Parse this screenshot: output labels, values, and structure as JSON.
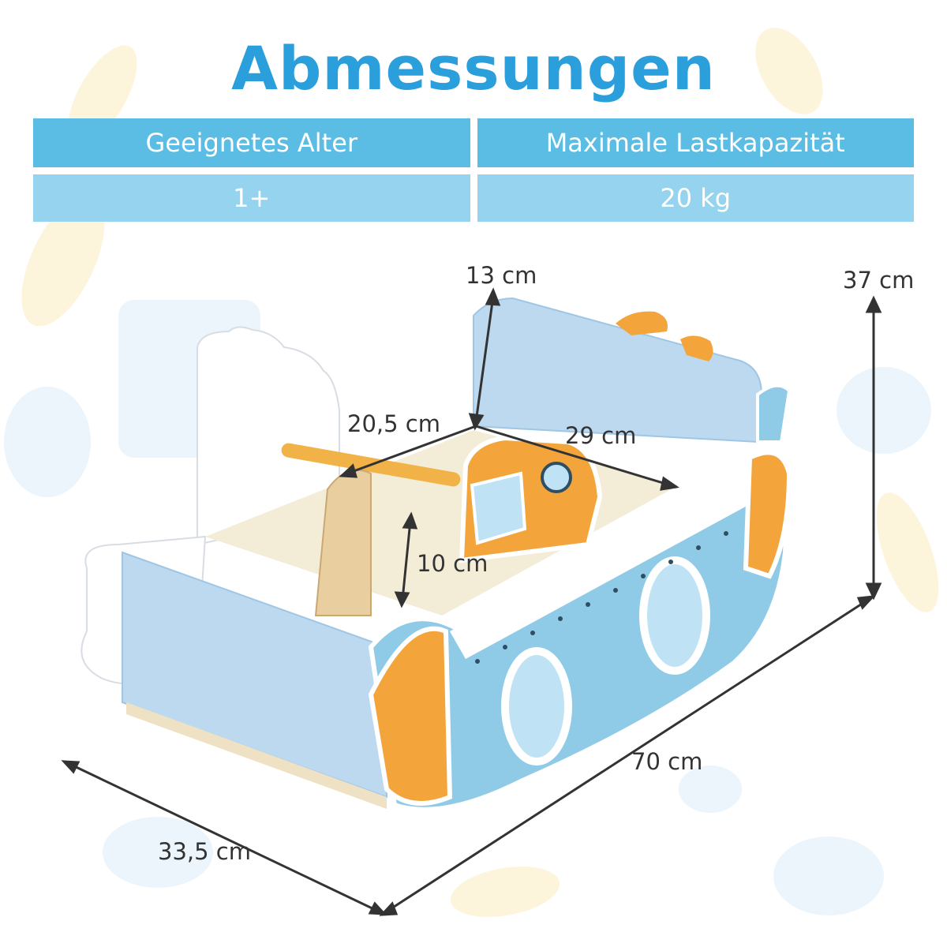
{
  "title": "Abmessungen",
  "table": {
    "headers": [
      "Geeignetes Alter",
      "Maximale Lastkapazität"
    ],
    "values": [
      "1+",
      "20 kg"
    ]
  },
  "dimensions": {
    "top_edge": "13 cm",
    "total_height": "37 cm",
    "inner_depth": "20,5 cm",
    "inner_length": "29 cm",
    "seat_height": "10 cm",
    "length": "70 cm",
    "width": "33,5 cm"
  },
  "colors": {
    "title": "#2a9fdc",
    "table_header": "#5bbde4",
    "table_value": "#95d3ee",
    "hull_blue": "#8fcbe6",
    "accent_orange": "#f3a53c",
    "panel_light_blue": "#bcd9f0"
  }
}
